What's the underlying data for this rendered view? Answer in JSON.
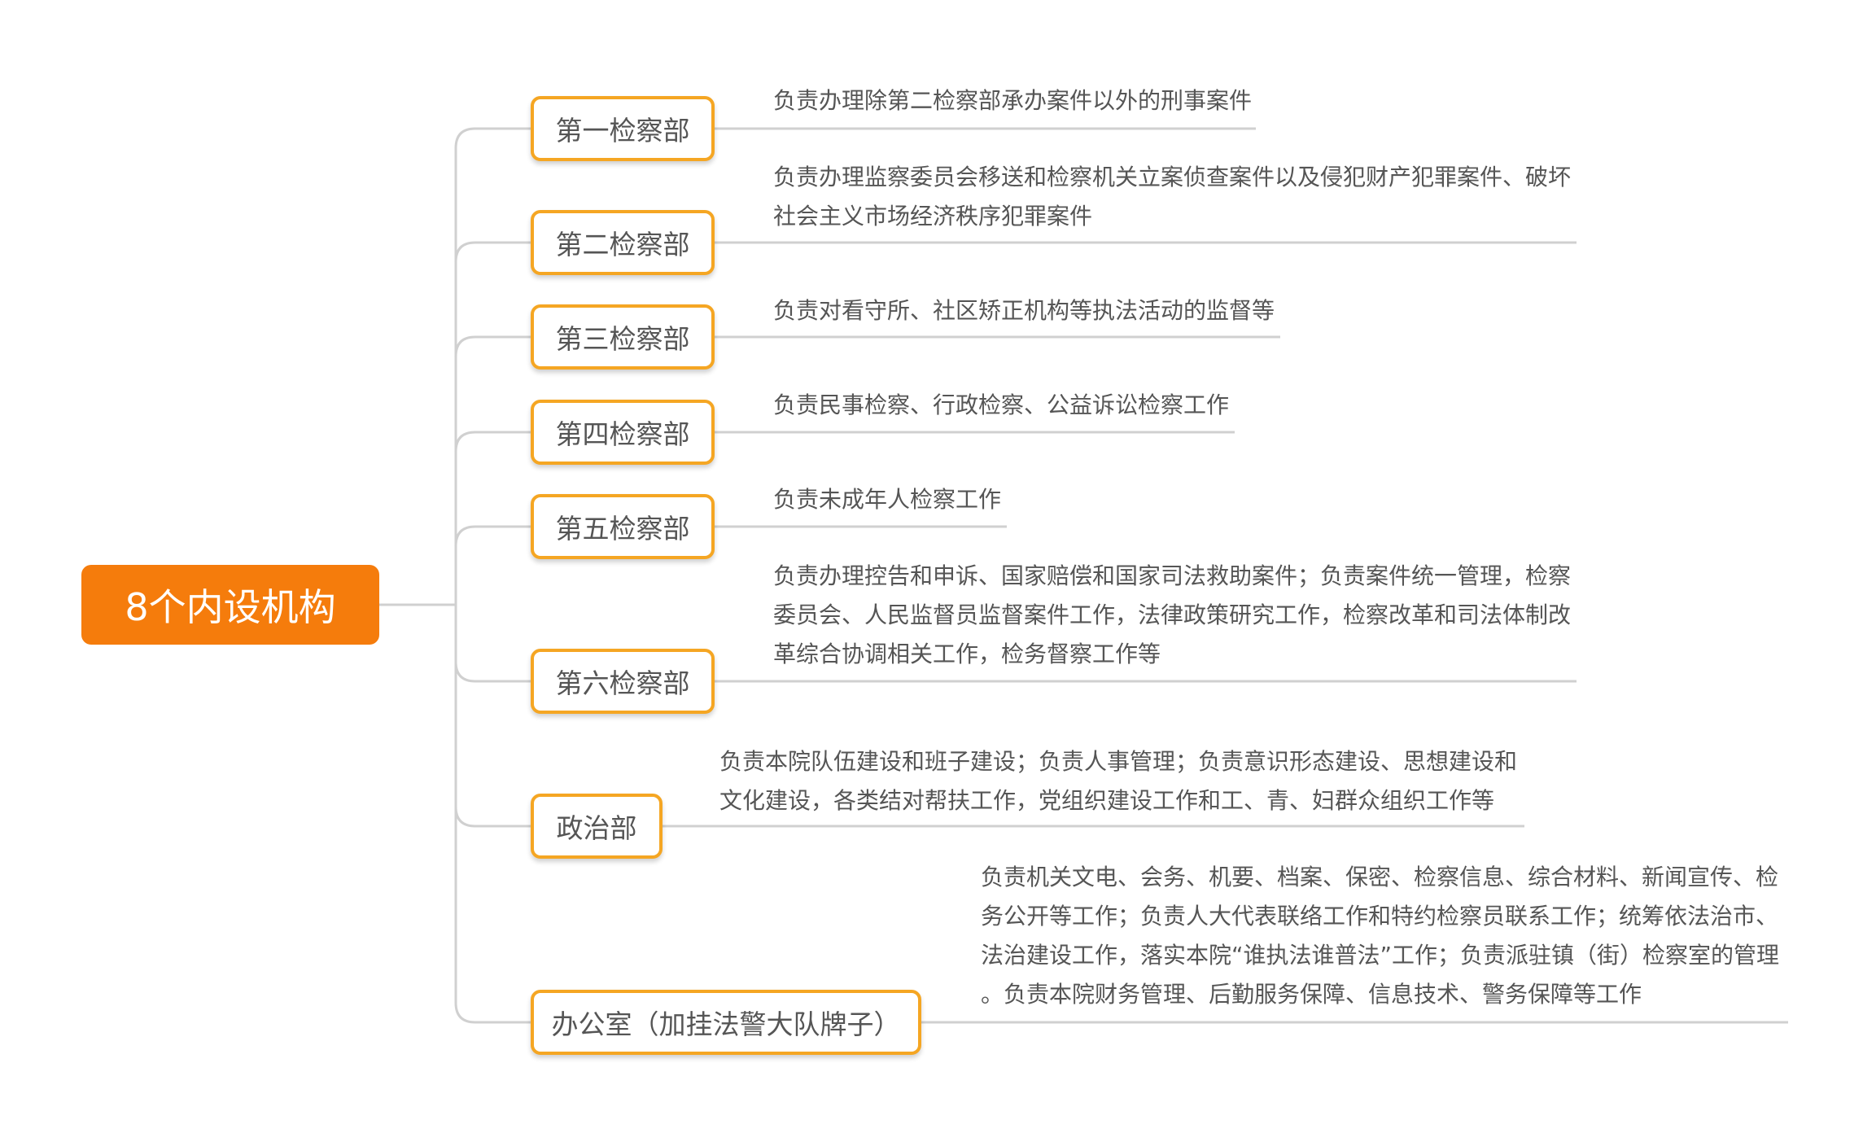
{
  "root": {
    "label": "8个内设机构"
  },
  "branches": [
    {
      "label": "第一检察部",
      "description": [
        "负责办理除第二检察部承办案件以外的刑事案件"
      ]
    },
    {
      "label": "第二检察部",
      "description": [
        "负责办理监察委员会移送和检察机关立案侦查案件以及侵犯财产犯罪案件、破坏",
        "社会主义市场经济秩序犯罪案件"
      ]
    },
    {
      "label": "第三检察部",
      "description": [
        "负责对看守所、社区矫正机构等执法活动的监督等"
      ]
    },
    {
      "label": "第四检察部",
      "description": [
        "负责民事检察、行政检察、公益诉讼检察工作"
      ]
    },
    {
      "label": "第五检察部",
      "description": [
        "负责未成年人检察工作"
      ]
    },
    {
      "label": "第六检察部",
      "description": [
        "负责办理控告和申诉、国家赔偿和国家司法救助案件；负责案件统一管理，检察",
        "委员会、人民监督员监督案件工作，法律政策研究工作，检察改革和司法体制改",
        "革综合协调相关工作，检务督察工作等"
      ]
    },
    {
      "label": "政治部",
      "description": [
        "负责本院队伍建设和班子建设；负责人事管理；负责意识形态建设、思想建设和",
        "文化建设，各类结对帮扶工作，党组织建设工作和工、青、妇群众组织工作等"
      ]
    },
    {
      "label": "办公室（加挂法警大队牌子）",
      "description": [
        "负责机关文电、会务、机要、档案、保密、检察信息、综合材料、新闻宣传、检",
        "务公开等工作；负责人大代表联络工作和特约检察员联系工作；统筹依法治市、",
        "法治建设工作，落实本院“谁执法谁普法”工作；负责派驻镇（街）检察室的管理",
        "。负责本院财务管理、后勤服务保障、信息技术、警务保障等工作"
      ]
    }
  ],
  "colors": {
    "root_fill": "#f57c0c",
    "branch_border": "#f5a623",
    "connector": "#d0d0d0",
    "text": "#555555"
  }
}
